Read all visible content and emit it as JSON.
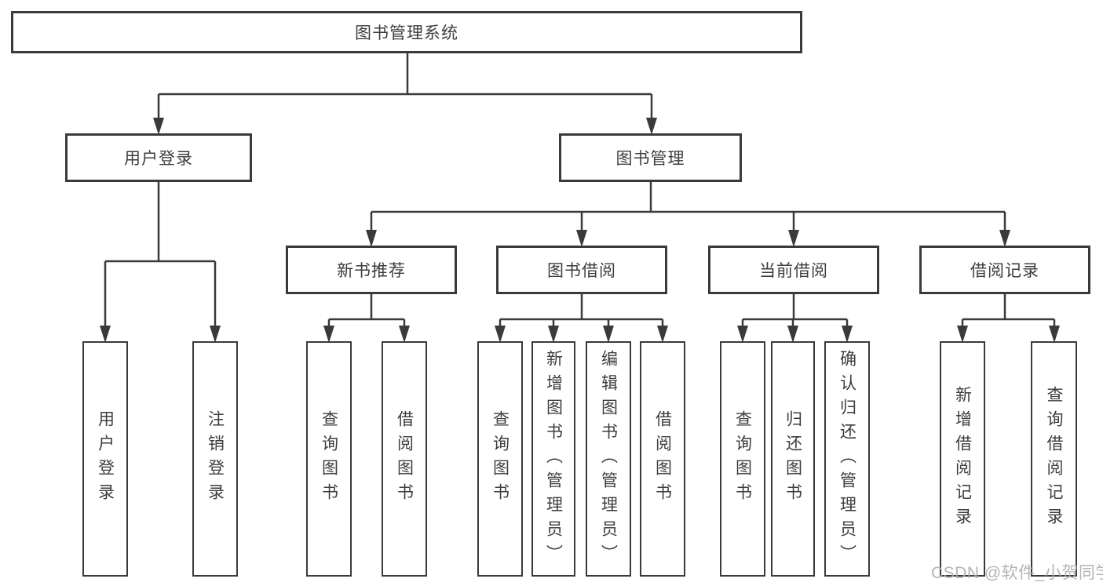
{
  "chart": {
    "root": {
      "label": "图书管理系统"
    },
    "branches": [
      {
        "label": "用户登录",
        "children": [
          {
            "label": "用户登录"
          },
          {
            "label": "注销登录"
          }
        ]
      },
      {
        "label": "图书管理",
        "sections": [
          {
            "label": "新书推荐",
            "children": [
              {
                "label": "查询图书"
              },
              {
                "label": "借阅图书"
              }
            ]
          },
          {
            "label": "图书借阅",
            "children": [
              {
                "label": "查询图书"
              },
              {
                "label": "新增图书（管理员）"
              },
              {
                "label": "编辑图书（管理员）"
              },
              {
                "label": "借阅图书"
              }
            ]
          },
          {
            "label": "当前借阅",
            "children": [
              {
                "label": "查询图书"
              },
              {
                "label": "归还图书"
              },
              {
                "label": "确认归还（管理员）"
              }
            ]
          },
          {
            "label": "借阅记录",
            "children": [
              {
                "label": "新增借阅记录"
              },
              {
                "label": "查询借阅记录"
              }
            ]
          }
        ]
      }
    ]
  },
  "watermark": {
    "text": "CSDN @软件_小贺同学"
  },
  "colors": {
    "line": "#3a3a3a",
    "box_border": "#3a3a3a",
    "box_fill": "#ffffff",
    "text": "#3d3d3d",
    "watermark": "#aeaeae"
  }
}
